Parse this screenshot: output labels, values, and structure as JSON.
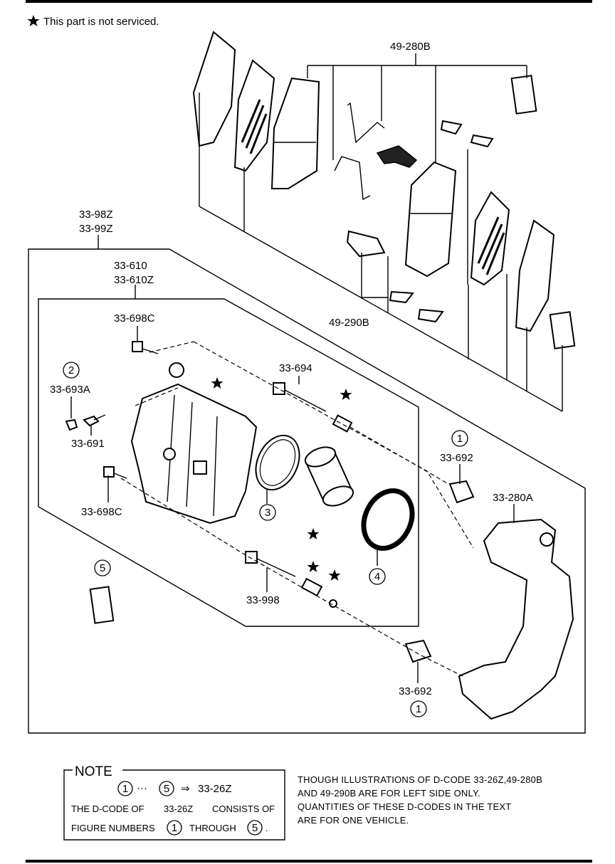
{
  "legend": {
    "text": "This part is not serviced."
  },
  "labels": {
    "l_49_280B": "49-280B",
    "l_33_98Z": "33-98Z",
    "l_33_99Z": "33-99Z",
    "l_33_610": "33-610",
    "l_33_610Z": "33-610Z",
    "l_49_290B": "49-290B",
    "l_33_698C_top": "33-698C",
    "l_33_694": "33-694",
    "l_33_693A": "33-693A",
    "l_33_691": "33-691",
    "l_33_698C_bot": "33-698C",
    "l_33_692_right": "33-692",
    "l_33_280A": "33-280A",
    "l_33_998": "33-998",
    "l_33_692_bottom": "33-692"
  },
  "callouts": {
    "c1_a": "1",
    "c1_b": "1",
    "c2": "2",
    "c3": "3",
    "c4": "4",
    "c5": "5"
  },
  "note": {
    "title": "NOTE",
    "range_from": "1",
    "range_dots": "···",
    "range_to": "5",
    "arrow": "⇒",
    "range_code": "33-26Z",
    "line1_a": "THE D-CODE OF",
    "line1_b": "33-26Z",
    "line1_c": "CONSISTS OF",
    "line2_a": "FIGURE NUMBERS",
    "line2_from": "1",
    "line2_b": "THROUGH",
    "line2_to": "5",
    "line2_end": "."
  },
  "note_right": {
    "line1": "THOUGH ILLUSTRATIONS OF D-CODE 33-26Z,49-280B",
    "line2": "AND 49-290B ARE FOR LEFT SIDE ONLY.",
    "line3": "QUANTITIES OF THESE D-CODES IN THE TEXT",
    "line4": "ARE FOR ONE VEHICLE."
  }
}
